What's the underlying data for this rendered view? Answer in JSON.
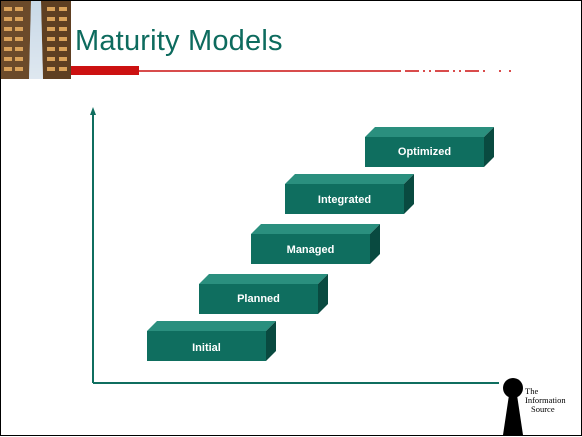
{
  "title": "Maturity Models",
  "levels": [
    "Initial",
    "Planned",
    "Managed",
    "Integrated",
    "Optimized"
  ],
  "logo": {
    "line1": "The",
    "line2": "Information",
    "line3": "Source"
  },
  "colors": {
    "title": "#0d6b5e",
    "box_front": "#0f6e5f",
    "box_top": "#2a8f7e",
    "box_side": "#094a40",
    "accent_red": "#cc1111",
    "axis": "#0f6e5f"
  }
}
